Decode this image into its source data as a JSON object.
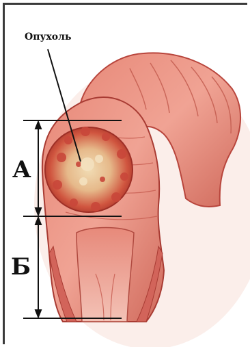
{
  "labels": {
    "tumor": "Опухоль",
    "segment_a": "А",
    "segment_b": "Б"
  },
  "colors": {
    "tissue_light": "#f2b6a8",
    "tissue_mid": "#e07a6a",
    "tissue_dark": "#b8453c",
    "tumor_core": "#e8c89a",
    "tumor_rim": "#c0392b",
    "lines": "#111111"
  }
}
